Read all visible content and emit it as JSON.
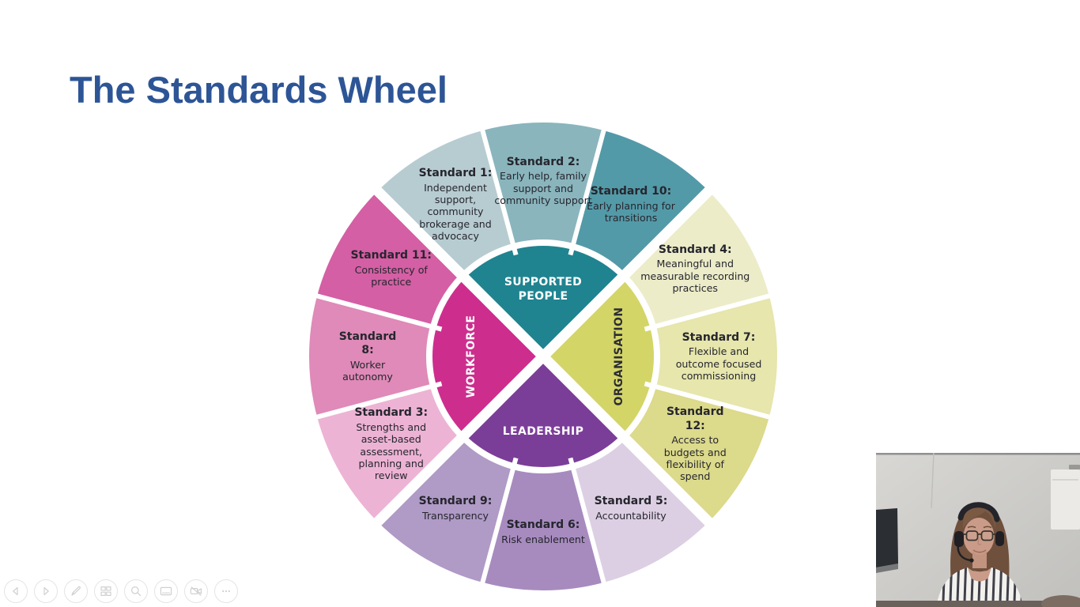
{
  "slide": {
    "title": "The Standards Wheel",
    "title_color": "#2d5596",
    "background": "#ffffff"
  },
  "wheel": {
    "text_color": "#26262e",
    "divider_color": "#ffffff",
    "quadrants": [
      {
        "id": "supported-people",
        "label": "SUPPORTED PEOPLE",
        "color": "#1f8490",
        "label_color": "#ffffff",
        "start_angle": -45,
        "label_radius": 85,
        "rotated": false,
        "segments": [
          {
            "id": "standard-1",
            "title": "Standard 1:",
            "body": "Independent support, community brokerage and advocacy",
            "color": "#b7ccd1",
            "label_width": 112
          },
          {
            "id": "standard-2",
            "title": "Standard 2:",
            "body": "Early help, family support and community support",
            "color": "#8ab5bd",
            "label_width": 126
          },
          {
            "id": "standard-10",
            "title": "Standard 10:",
            "body": "Early planning for transitions",
            "color": "#539aa8",
            "label_width": 132
          }
        ]
      },
      {
        "id": "organisation",
        "label": "ORGANISATION",
        "color": "#d3d567",
        "label_color": "#2c2c34",
        "start_angle": 45,
        "label_radius": 96,
        "rotated": true,
        "segments": [
          {
            "id": "standard-4",
            "title": "Standard 4:",
            "body": "Meaningful and measurable recording practices",
            "color": "#ececc9",
            "label_width": 152
          },
          {
            "id": "standard-7",
            "title": "Standard 7:",
            "body": "Flexible and outcome focused commissioning",
            "color": "#e6e6ad",
            "label_width": 128
          },
          {
            "id": "standard-12",
            "title": "Standard 12:",
            "body": "Access to budgets and flexibility of spend",
            "color": "#dcda8b",
            "label_width": 100
          }
        ]
      },
      {
        "id": "leadership",
        "label": "LEADERSHIP",
        "color": "#7b3e98",
        "label_color": "#ffffff",
        "start_angle": 135,
        "label_radius": 95,
        "rotated": false,
        "segments": [
          {
            "id": "standard-5",
            "title": "Standard 5:",
            "body": "Accountability",
            "color": "#dccfe3",
            "label_width": 130
          },
          {
            "id": "standard-6",
            "title": "Standard 6:",
            "body": "Risk enablement",
            "color": "#a78bbf",
            "label_width": 140
          },
          {
            "id": "standard-9",
            "title": "Standard 9:",
            "body": "Transparency",
            "color": "#b09ac6",
            "label_width": 130
          }
        ]
      },
      {
        "id": "workforce",
        "label": "WORKFORCE",
        "color": "#cd2e8e",
        "label_color": "#ffffff",
        "start_angle": 225,
        "label_radius": 91,
        "rotated": true,
        "segments": [
          {
            "id": "standard-3",
            "title": "Standard 3:",
            "body": "Strengths and asset-based assessment, planning and review",
            "color": "#edb3d4",
            "label_width": 112
          },
          {
            "id": "standard-8",
            "title": "Standard 8:",
            "body": "Worker autonomy",
            "color": "#df8ab8",
            "label_width": 90
          },
          {
            "id": "standard-11",
            "title": "Standard 11:",
            "body": "Consistency of practice",
            "color": "#d45fa4",
            "label_width": 116
          }
        ]
      }
    ]
  },
  "toolbar": {
    "buttons": [
      {
        "id": "previous-slide",
        "label": "Previous"
      },
      {
        "id": "next-slide",
        "label": "Next"
      },
      {
        "id": "pen",
        "label": "Pen and laser pointer tools"
      },
      {
        "id": "see-all-slides",
        "label": "See all slides"
      },
      {
        "id": "zoom",
        "label": "Zoom into the slide"
      },
      {
        "id": "captions",
        "label": "Toggle subtitles"
      },
      {
        "id": "camera-off",
        "label": "Toggle camera"
      },
      {
        "id": "more-options",
        "label": "More slideshow options"
      }
    ]
  },
  "webcam": {
    "wall_color": "#cbcac7",
    "tv_color": "#2b2e32",
    "radiator_color": "#eceae7",
    "hair_color": "#6f503d",
    "skin_color": "#c99b88",
    "shirt_stripe_color": "#40404a"
  }
}
